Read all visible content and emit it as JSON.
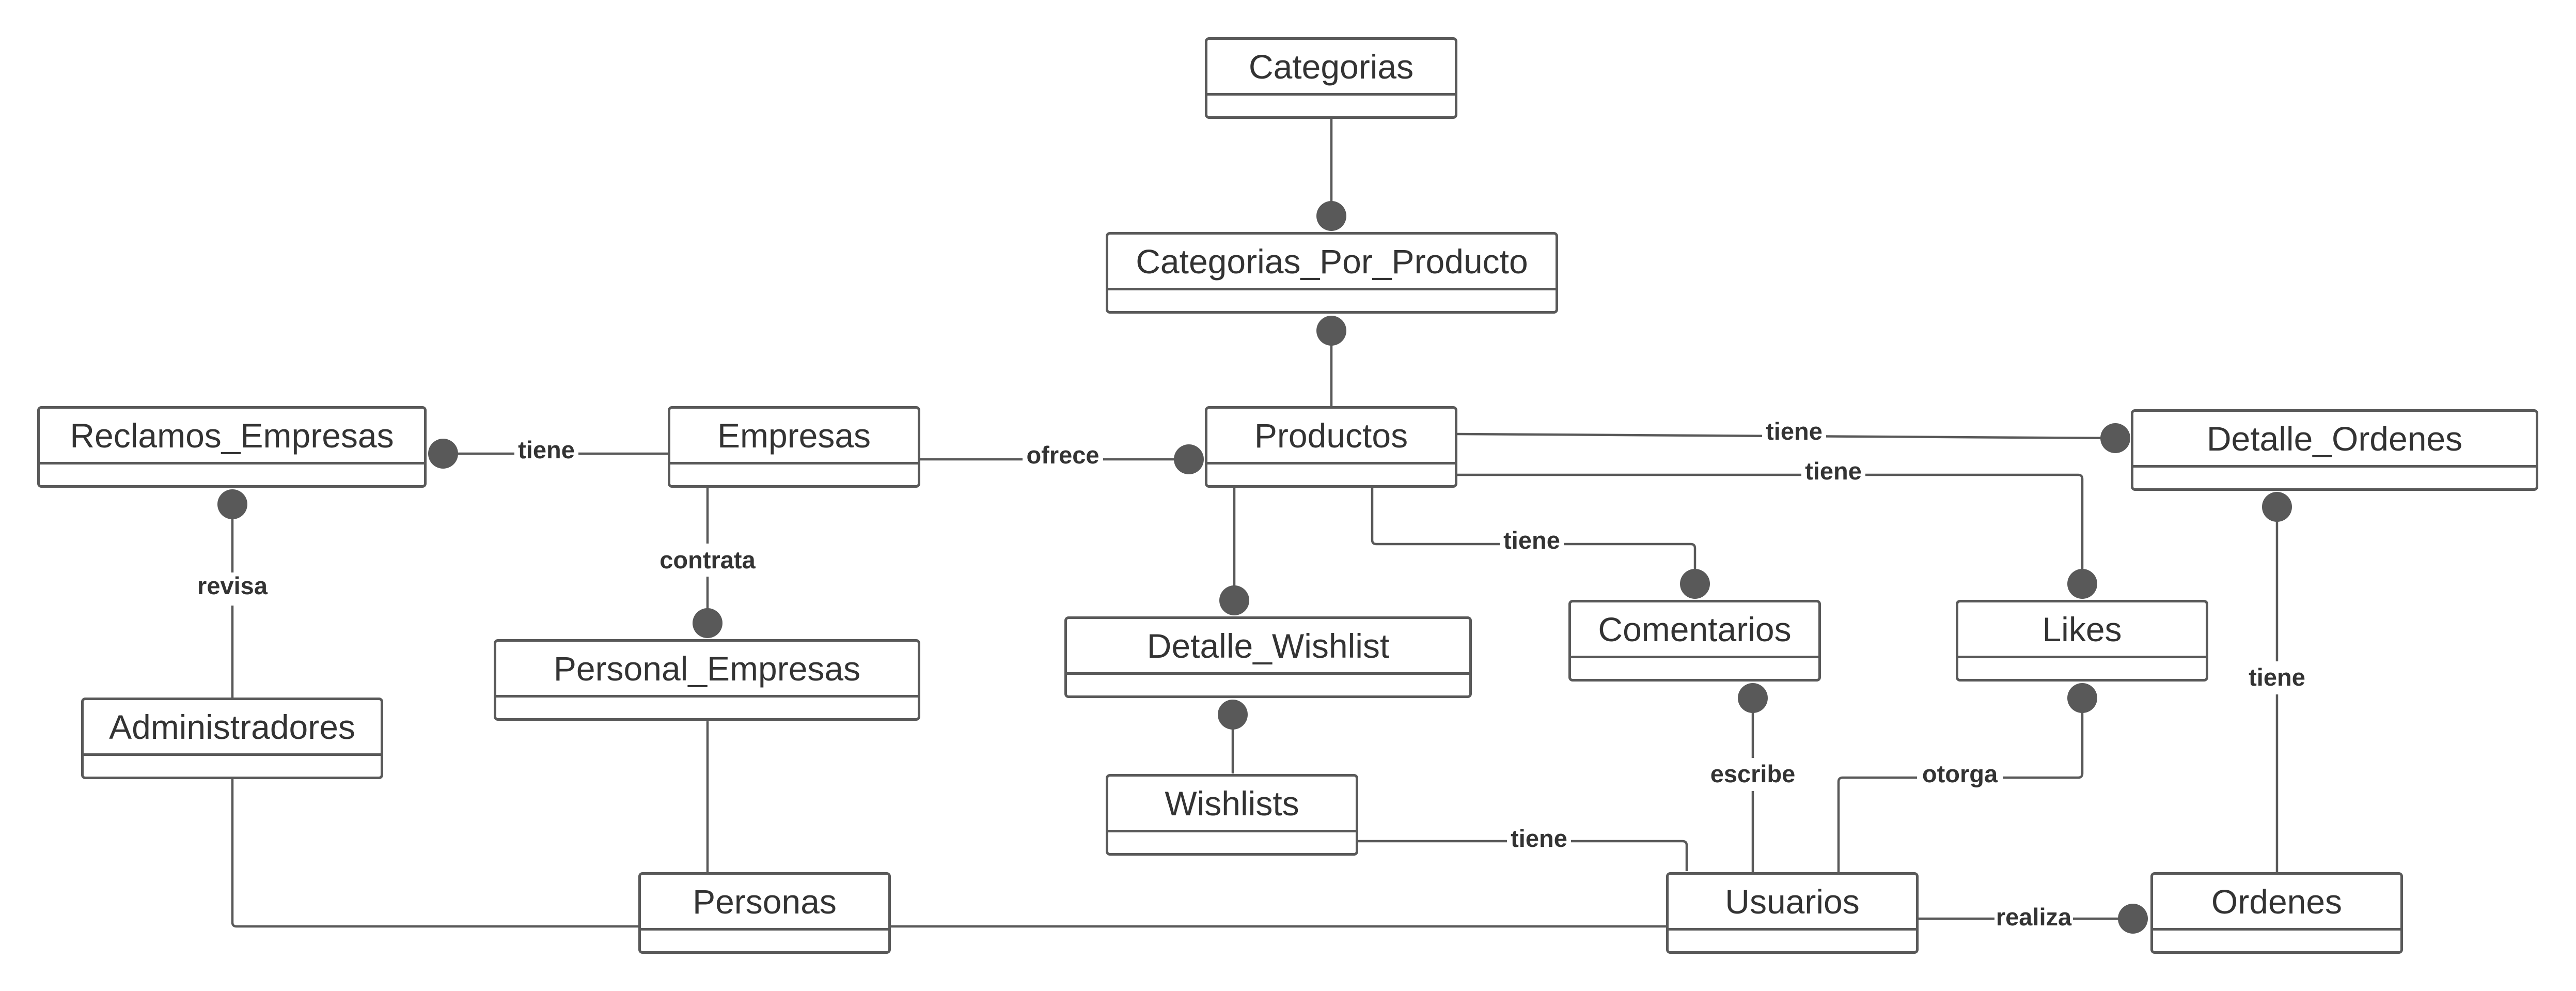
{
  "entities": {
    "categorias": "Categorias",
    "categorias_por_producto": "Categorias_Por_Producto",
    "reclamos_empresas": "Reclamos_Empresas",
    "empresas": "Empresas",
    "productos": "Productos",
    "detalle_ordenes": "Detalle_Ordenes",
    "personal_empresas": "Personal_Empresas",
    "detalle_wishlist": "Detalle_Wishlist",
    "comentarios": "Comentarios",
    "likes": "Likes",
    "administradores": "Administradores",
    "wishlists": "Wishlists",
    "personas": "Personas",
    "usuarios": "Usuarios",
    "ordenes": "Ordenes"
  },
  "relationships": {
    "empresas_reclamos": "tiene",
    "administradores_reclamos": "revisa",
    "empresas_personal": "contrata",
    "empresas_productos": "ofrece",
    "productos_detalle_ordenes": "tiene",
    "productos_likes": "tiene",
    "productos_comentarios": "tiene",
    "usuarios_comentarios": "escribe",
    "usuarios_likes": "otorga",
    "wishlists_usuarios": "tiene",
    "ordenes_detalle_ordenes": "tiene",
    "usuarios_ordenes": "realiza"
  },
  "colors": {
    "stroke": "#595959",
    "text": "#333333",
    "background": "#ffffff"
  }
}
